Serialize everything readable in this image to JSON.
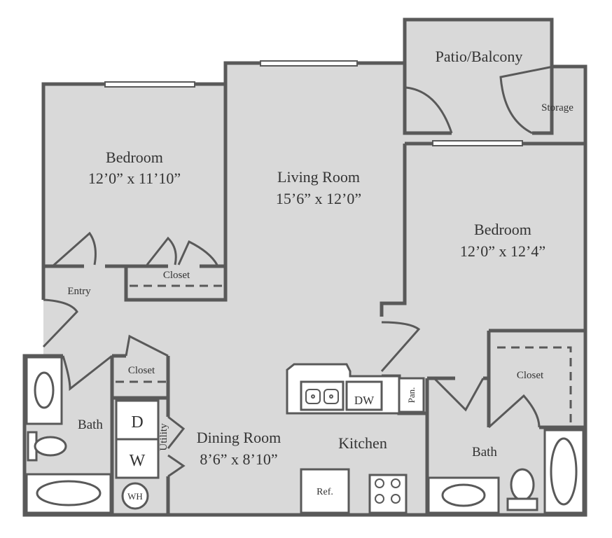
{
  "colors": {
    "floor": "#d9d9d9",
    "wall": "#595959",
    "fixture": "#ffffff",
    "text": "#333333"
  },
  "rooms": {
    "patio": {
      "name": "Patio/Balcony"
    },
    "storage": {
      "name": "Storage"
    },
    "bedroom1": {
      "name": "Bedroom",
      "size": "12’0” x 11’10”"
    },
    "living": {
      "name": "Living Room",
      "size": "15’6” x 12’0”"
    },
    "bedroom2": {
      "name": "Bedroom",
      "size": "12’0” x 12’4”"
    },
    "closet_bedroom1": {
      "name": "Closet"
    },
    "entry": {
      "name": "Entry"
    },
    "closet_hall": {
      "name": "Closet"
    },
    "closet_bedroom2": {
      "name": "Closet"
    },
    "bath1": {
      "name": "Bath"
    },
    "bath2": {
      "name": "Bath"
    },
    "utility": {
      "name": "Utility"
    },
    "dining": {
      "name": "Dining Room",
      "size": "8’6” x 8’10”"
    },
    "kitchen": {
      "name": "Kitchen"
    }
  },
  "appliances": {
    "dryer": "D",
    "washer": "W",
    "water_heater": "WH",
    "dishwasher": "DW",
    "pantry": "Pan.",
    "refrigerator": "Ref."
  }
}
